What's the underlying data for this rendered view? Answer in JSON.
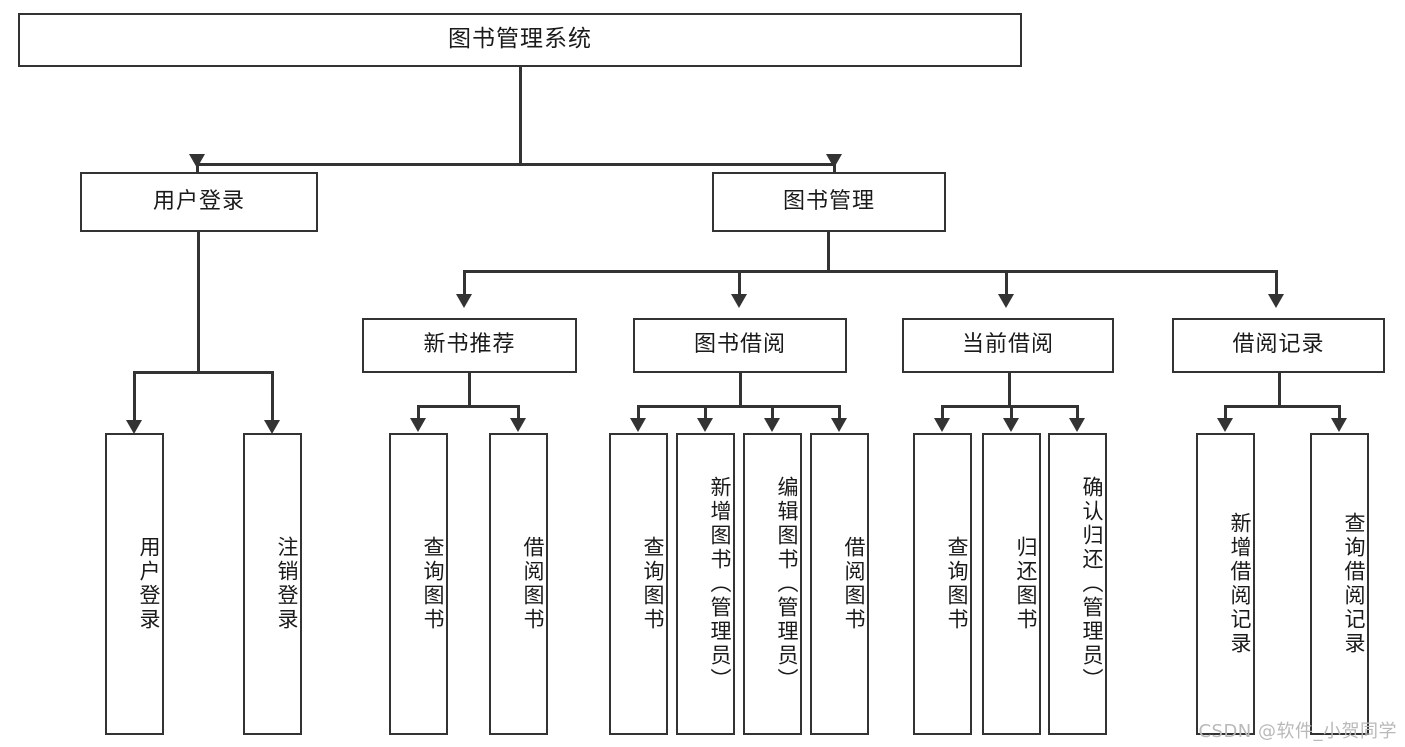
{
  "diagram": {
    "type": "tree",
    "title": "图书管理系统",
    "orientation": "top-down",
    "colors": {
      "background": "#ffffff",
      "border": "#333333",
      "text": "#1a1a1a",
      "watermark": "#b9b9b9"
    },
    "root": {
      "label": "图书管理系统"
    },
    "level1": [
      {
        "label": "用户登录"
      },
      {
        "label": "图书管理"
      }
    ],
    "level2": [
      {
        "label": "新书推荐"
      },
      {
        "label": "图书借阅"
      },
      {
        "label": "当前借阅"
      },
      {
        "label": "借阅记录"
      }
    ],
    "leaves": {
      "user_login": [
        {
          "label": "用户登录"
        },
        {
          "label": "注销登录"
        }
      ],
      "new_book_recommend": [
        {
          "label": "查询图书"
        },
        {
          "label": "借阅图书"
        }
      ],
      "book_borrow": [
        {
          "label": "查询图书"
        },
        {
          "label": "新增图书（管理员）"
        },
        {
          "label": "编辑图书（管理员）"
        },
        {
          "label": "借阅图书"
        }
      ],
      "current_borrow": [
        {
          "label": "查询图书"
        },
        {
          "label": "归还图书"
        },
        {
          "label": "确认归还（管理员）"
        }
      ],
      "borrow_record": [
        {
          "label": "新增借阅记录"
        },
        {
          "label": "查询借阅记录"
        }
      ]
    }
  },
  "watermark": {
    "text": "CSDN @软件_小贺同学"
  }
}
